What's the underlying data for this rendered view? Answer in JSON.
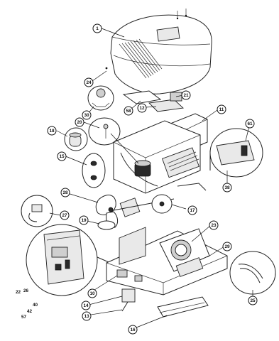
{
  "diagram": {
    "callouts": [
      {
        "id": "c1",
        "label": "1"
      },
      {
        "id": "c24",
        "label": "24"
      },
      {
        "id": "c21",
        "label": "21"
      },
      {
        "id": "c58",
        "label": "58"
      },
      {
        "id": "c12",
        "label": "12"
      },
      {
        "id": "c11",
        "label": "11"
      },
      {
        "id": "c30",
        "label": "30"
      },
      {
        "id": "c20",
        "label": "20"
      },
      {
        "id": "c18",
        "label": "18"
      },
      {
        "id": "c15",
        "label": "15"
      },
      {
        "id": "c61",
        "label": "61"
      },
      {
        "id": "c38",
        "label": "38"
      },
      {
        "id": "c28",
        "label": "28"
      },
      {
        "id": "c27",
        "label": "27"
      },
      {
        "id": "c17",
        "label": "17"
      },
      {
        "id": "c19",
        "label": "19"
      },
      {
        "id": "c23",
        "label": "23"
      },
      {
        "id": "c29",
        "label": "29"
      },
      {
        "id": "c10",
        "label": "10"
      },
      {
        "id": "c14",
        "label": "14"
      },
      {
        "id": "c13",
        "label": "13"
      },
      {
        "id": "c16",
        "label": "16"
      },
      {
        "id": "c25",
        "label": "25"
      }
    ],
    "free_labels": {
      "l22": "22",
      "l26": "26",
      "l40": "40",
      "l42": "42",
      "l57": "57"
    }
  }
}
